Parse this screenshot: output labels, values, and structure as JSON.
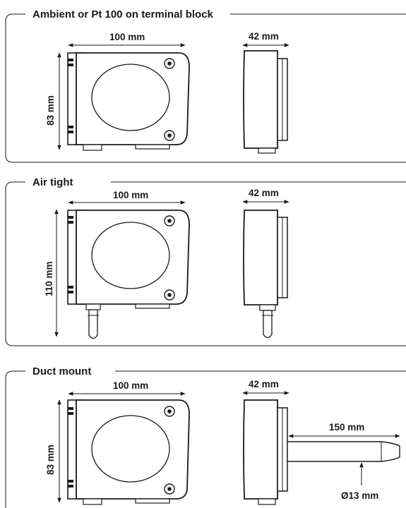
{
  "panels": [
    {
      "title": "Ambient or Pt 100 on terminal block",
      "front_width": "100 mm",
      "front_height": "83 mm",
      "side_depth": "42 mm"
    },
    {
      "title": "Air tight",
      "front_width": "100 mm",
      "front_height": "110 mm",
      "side_depth": "42 mm"
    },
    {
      "title": "Duct mount",
      "front_width": "100 mm",
      "front_height": "83 mm",
      "side_depth": "42 mm",
      "probe_length": "150 mm",
      "probe_diameter": "Ø13 mm"
    }
  ],
  "colors": {
    "line": "#1a1a1a",
    "background": "#ffffff"
  }
}
